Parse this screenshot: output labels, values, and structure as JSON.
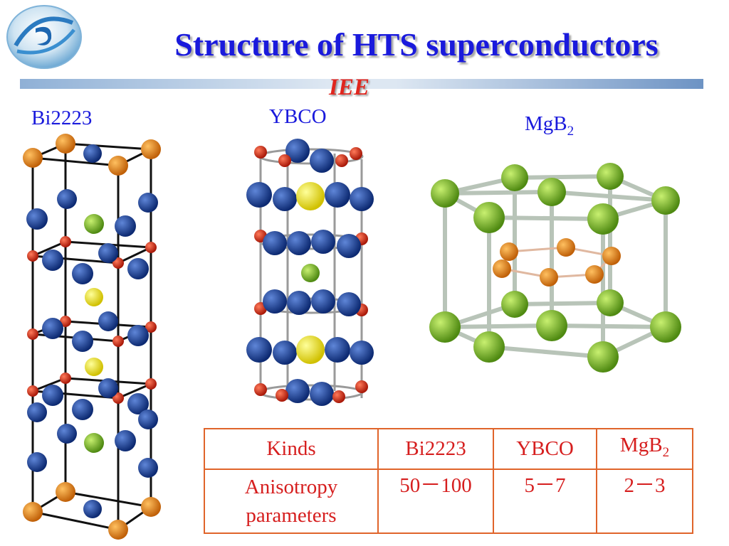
{
  "slide": {
    "title": "Structure of HTS superconductors",
    "subtitle": "IEE"
  },
  "structures": {
    "bi2223_label": "Bi2223",
    "ybco_label": "YBCO",
    "mgb2_label": "MgB",
    "mgb2_sub": "2"
  },
  "table": {
    "header": {
      "kinds": "Kinds",
      "bi2223": "Bi2223",
      "ybco": "YBCO",
      "mgb2": "MgB",
      "mgb2_sub": "2"
    },
    "row": {
      "label_line1": "Anisotropy",
      "label_line2": "parameters",
      "bi2223": "50－100",
      "ybco": "5－7",
      "mgb2": "2－3"
    }
  },
  "colors": {
    "title": "#1a1adc",
    "subtitle": "#e0261e",
    "table_text": "#d61e1e",
    "table_border": "#e0642a",
    "atom_blue": "#1a3f9a",
    "atom_red": "#d42a18",
    "atom_orange": "#f08a14",
    "atom_yellow": "#f2e020",
    "atom_green": "#7fc02c"
  }
}
